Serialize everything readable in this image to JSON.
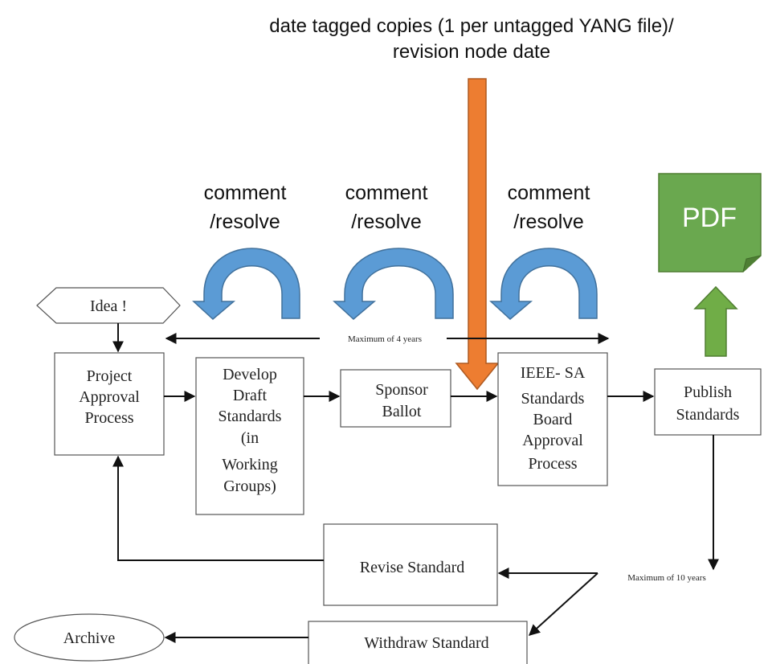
{
  "caption": {
    "line1": "date tagged copies (1 per untagged YANG file)/",
    "line2": "revision node date"
  },
  "loops": [
    {
      "line1": "comment",
      "line2": "/resolve"
    },
    {
      "line1": "comment",
      "line2": "/resolve"
    },
    {
      "line1": "comment",
      "line2": "/resolve"
    }
  ],
  "pdf": {
    "label": "PDF",
    "color": "#6aa84f"
  },
  "colors": {
    "loop_arrow": "#5b9bd5",
    "orange_arrow": "#ed7d31",
    "green_arrow": "#70ad47"
  },
  "nodes": {
    "idea": {
      "lines": [
        "Idea !"
      ]
    },
    "project": {
      "lines": [
        "Project",
        "Approval",
        "Process"
      ]
    },
    "develop": {
      "lines": [
        "Develop",
        "Draft",
        "Standards",
        "(in",
        "Working",
        "Groups)"
      ]
    },
    "sponsor": {
      "lines": [
        "Sponsor",
        "Ballot"
      ]
    },
    "ieee": {
      "lines": [
        "IEEE- SA",
        "Standards",
        "Board",
        "Approval",
        "Process"
      ]
    },
    "publish": {
      "lines": [
        "Publish",
        "Standards"
      ]
    },
    "revise": {
      "lines": [
        "Revise Standard"
      ]
    },
    "withdraw": {
      "lines": [
        "Withdraw Standard"
      ]
    },
    "archive": {
      "lines": [
        "Archive"
      ]
    }
  },
  "notes": {
    "max4": "Maximum of 4 years",
    "max10": "Maximum of 10 years"
  }
}
